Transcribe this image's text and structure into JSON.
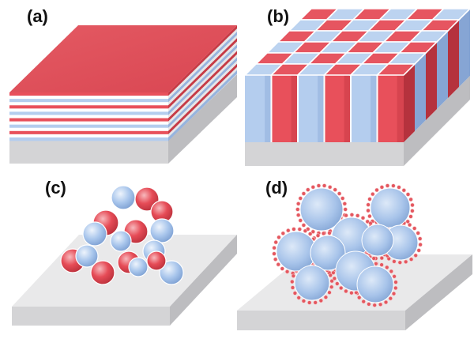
{
  "colors": {
    "red": "#e8505b",
    "blue": "#b4cdee",
    "white": "#ffffff",
    "substrate_top": "#e9e9ea",
    "substrate_front": "#d4d4d6",
    "substrate_side": "#bdbdc0"
  },
  "panels": [
    {
      "label": "(a)",
      "structure": "stacked-layers"
    },
    {
      "label": "(b)",
      "structure": "checkerboard-columns"
    },
    {
      "label": "(c)",
      "structure": "particle-cluster"
    },
    {
      "label": "(d)",
      "structure": "decorated-particles"
    }
  ]
}
